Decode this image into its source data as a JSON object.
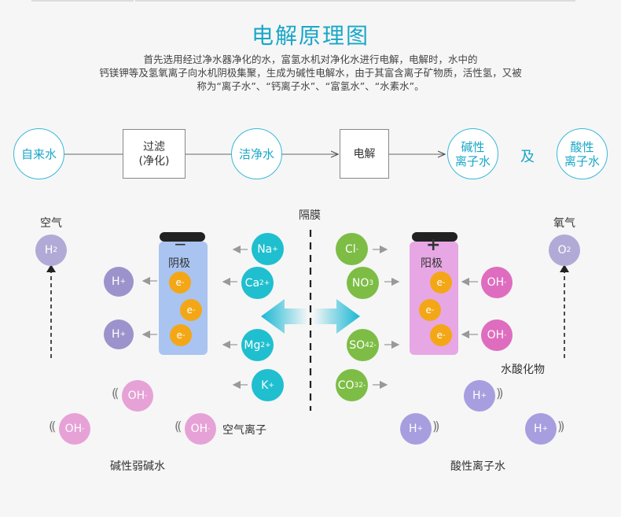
{
  "header": {
    "title": "电解原理图",
    "lines": [
      "首先选用经过净水器净化的水，富氢水机对净化水进行电解，电解时，水中的",
      "钙镁钾等及氢氧离子向水机阴极集聚，生成为碱性电解水，由于其富含离子矿物质，活性氢，又被",
      "称为“离子水”、“钙离子水”、“富氢水”、“水素水”。"
    ]
  },
  "flow": {
    "tap_water": "自来水",
    "filter_line1": "过滤",
    "filter_line2": "(净化)",
    "clean_water": "洁净水",
    "electrolysis": "电解",
    "alkaline_line1": "碱性",
    "alkaline_line2": "离子水",
    "and": "及",
    "acidic_line1": "酸性",
    "acidic_line2": "离子水"
  },
  "cell": {
    "membrane": "隔膜",
    "cathode": "阴极",
    "anode": "阳极",
    "minus": "−",
    "plus": "+",
    "air": "空气",
    "oxygen": "氧气",
    "h2": "H",
    "h2_sub": "2",
    "o2": "O",
    "o2_sub": "2",
    "hydroxide_label": "水酸化物",
    "air_ions": "空气离子",
    "alkaline_water": "碱性弱碱水",
    "acidic_water": "酸性离子水",
    "electron": "e",
    "electron_sup": "-",
    "cations": [
      {
        "base": "Na",
        "sup": "+",
        "sub": ""
      },
      {
        "base": "Ca",
        "sup": "2+",
        "sub": ""
      },
      {
        "base": "Mg",
        "sup": "2+",
        "sub": ""
      },
      {
        "base": "K",
        "sup": "+",
        "sub": ""
      }
    ],
    "anions": [
      {
        "base": "Cl",
        "sup": "-",
        "sub": ""
      },
      {
        "base": "NO",
        "sup": "3",
        "sub": ""
      },
      {
        "base": "SO",
        "sup": "2-",
        "sub": "4"
      },
      {
        "base": "CO",
        "sup": "2-",
        "sub": "3"
      }
    ],
    "h_plus": {
      "base": "H",
      "sup": "+"
    },
    "oh_minus": {
      "base": "OH",
      "sup": "-"
    }
  },
  "colors": {
    "accent": "#19a7c8",
    "cation": "#1fbfcf",
    "anion": "#7dbd45",
    "electron": "#f4a716",
    "h_ion": "#9c93cc",
    "oh_ion": "#de6dbf",
    "cathode": "#a9c4f1",
    "anode": "#e7a7e4"
  }
}
